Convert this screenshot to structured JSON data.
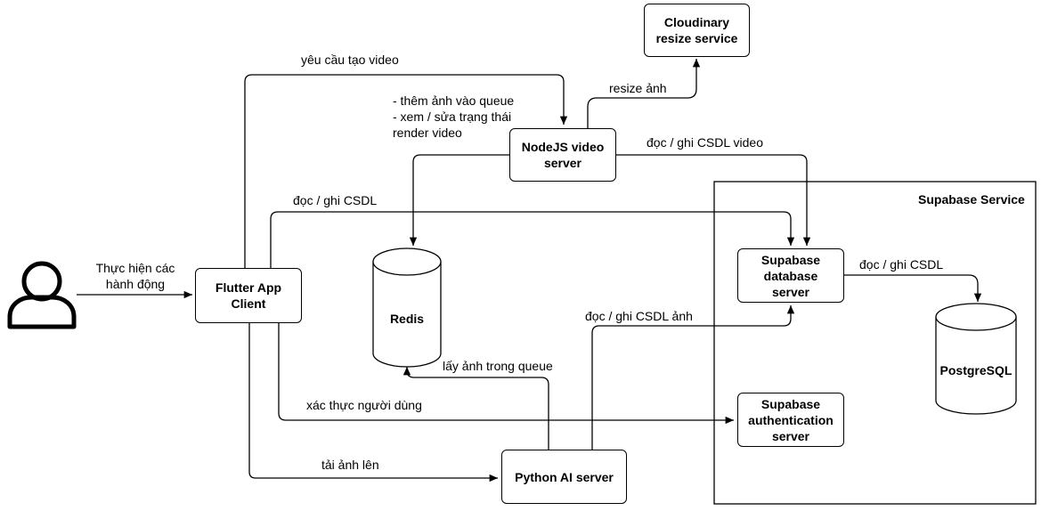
{
  "nodes": {
    "cloudinary": "Cloudinary\nresize service",
    "nodejs": "NodeJS video\nserver",
    "flutter": "Flutter App\nClient",
    "python": "Python AI server",
    "supabase_db": "Supabase\ndatabase\nserver",
    "supabase_auth": "Supabase\nauthentication\nserver",
    "redis": "Redis",
    "postgres": "PostgreSQL"
  },
  "group": {
    "supabase_service": "Supabase Service"
  },
  "edges": {
    "user_to_flutter": "Thực hiện các\nhành động",
    "flutter_to_nodejs": "yêu cầu tạo video",
    "nodejs_redis_note": "- thêm ảnh vào queue\n- xem / sửa trạng thái\nrender video",
    "nodejs_to_cloudinary": "resize ảnh",
    "nodejs_to_db": "đọc / ghi CSDL video",
    "flutter_to_db": "đọc / ghi CSDL",
    "db_to_postgres": "đọc / ghi CSDL",
    "python_to_db": "đọc / ghi CSDL ảnh",
    "python_to_redis": "lấy ảnh trong queue",
    "flutter_to_auth": "xác thực người dùng",
    "flutter_to_python": "tải ảnh lên"
  }
}
